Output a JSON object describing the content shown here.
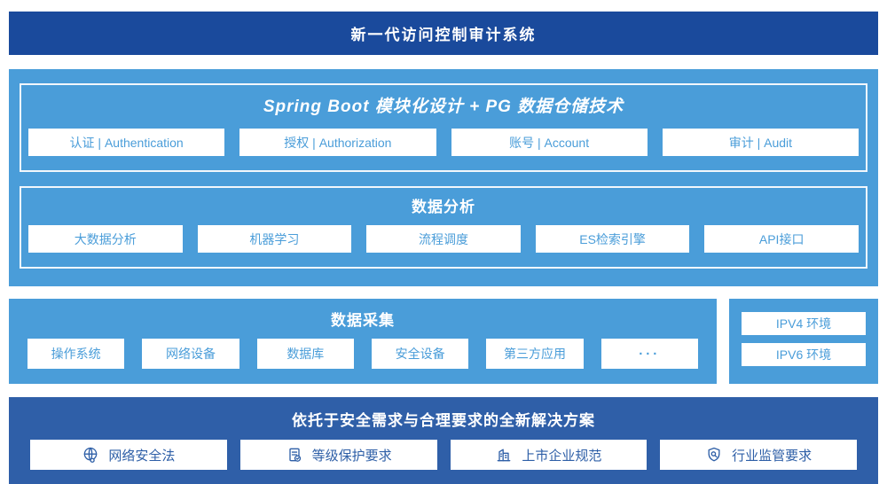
{
  "colors": {
    "banner_navy": "#1A4A9C",
    "sky_blue": "#4A9DD9",
    "solution_blue": "#2F5FA8",
    "box_text_light_section": "#4A9DD9",
    "box_text_solution": "#2E5FA7",
    "white": "#FFFFFF"
  },
  "banner": {
    "title": "新一代访问控制审计系统"
  },
  "platform": {
    "springboot": {
      "title": "Spring Boot 模块化设计 + PG 数据仓储技术",
      "items": [
        "认证 | Authentication",
        "授权 | Authorization",
        "账号 | Account",
        "审计 | Audit"
      ]
    },
    "analysis": {
      "title": "数据分析",
      "items": [
        "大数据分析",
        "机器学习",
        "流程调度",
        "ES检索引擎",
        "API接口"
      ]
    }
  },
  "collection": {
    "title": "数据采集",
    "items": [
      "操作系统",
      "网络设备",
      "数据库",
      "安全设备",
      "第三方应用"
    ],
    "more": "···"
  },
  "environments": {
    "items": [
      "IPV4 环境",
      "IPV6 环境"
    ]
  },
  "solution": {
    "title": "依托于安全需求与合理要求的全新解决方案",
    "items": [
      {
        "icon": "globe-icon",
        "label": "网络安全法"
      },
      {
        "icon": "document-check-icon",
        "label": "等级保护要求"
      },
      {
        "icon": "building-icon",
        "label": "上市企业规范"
      },
      {
        "icon": "shield-magnifier-icon",
        "label": "行业监管要求"
      }
    ]
  }
}
